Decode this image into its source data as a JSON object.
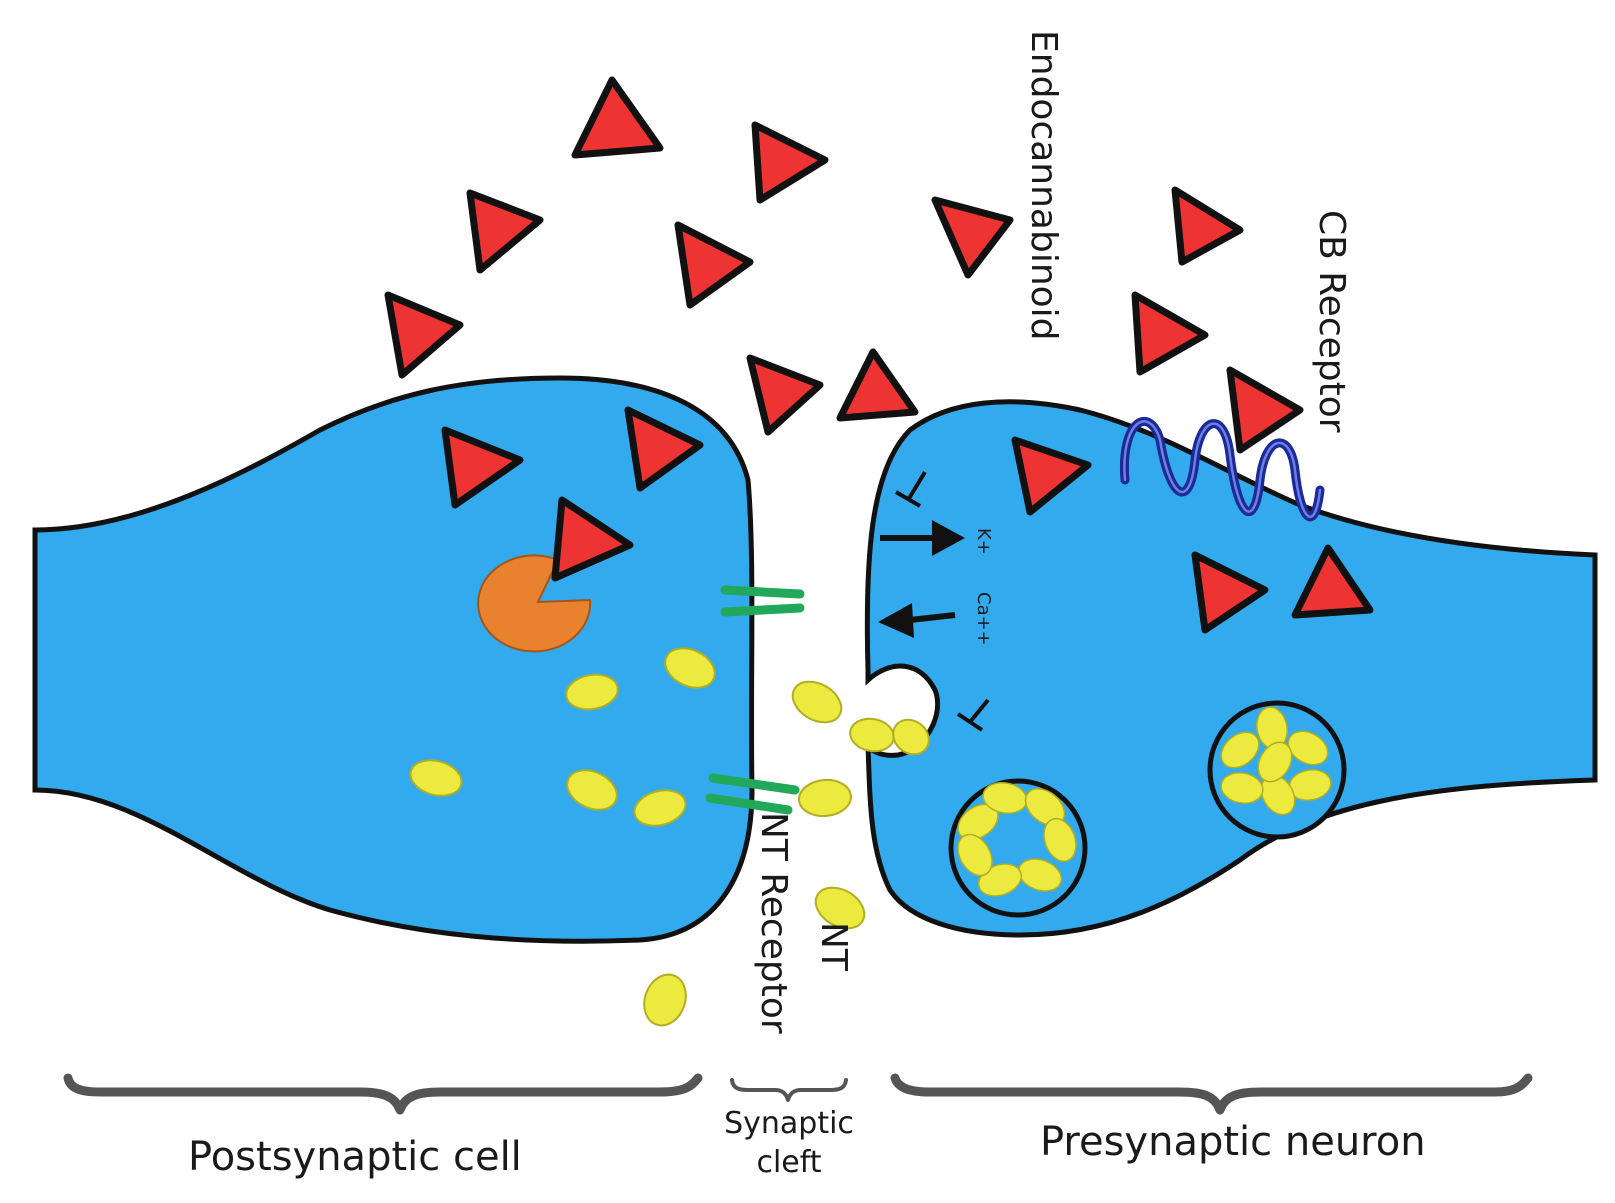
{
  "labels": {
    "endocannabinoid": "Endocannabinoid",
    "cb_receptor": "CB Receptor",
    "nt_receptor": "NT Receptor",
    "nt": "NT",
    "k_plus": "K+",
    "ca_plus": "Ca++",
    "postsynaptic_cell": "Postsynaptic cell",
    "synaptic_cleft_line1": "Synaptic",
    "synaptic_cleft_line2": "cleft",
    "presynaptic_neuron": "Presynaptic neuron"
  },
  "colors": {
    "cell_fill": "#33aaee",
    "outline": "#111111",
    "endocannabinoid_fill": "#ee3333",
    "neurotransmitter_fill": "#ecea3e",
    "nt_receptor": "#22a85a",
    "cb_receptor": "#1a2a99",
    "enzyme": "#e8822e",
    "brace": "#555555"
  },
  "icons": {
    "endocannabinoid": "red-triangle",
    "neurotransmitter": "yellow-ellipse",
    "enzyme": "orange-pacman",
    "vesicle": "circle-with-nt",
    "channel_block": "inhibition-tee"
  }
}
